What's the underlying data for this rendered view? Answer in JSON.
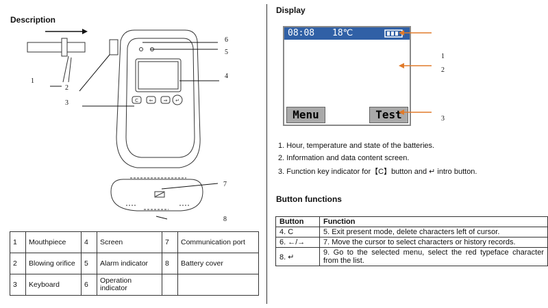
{
  "description": {
    "heading": "Description",
    "callouts": [
      "1",
      "2",
      "3",
      "4",
      "5",
      "6",
      "7",
      "8"
    ],
    "button_glyphs": [
      "C",
      "⇐",
      "⇒",
      "↵"
    ],
    "parts_table": [
      [
        {
          "n": "1",
          "label": "Mouthpiece"
        },
        {
          "n": "4",
          "label": "Screen"
        },
        {
          "n": "7",
          "label": "Communication port"
        }
      ],
      [
        {
          "n": "2",
          "label": "Blowing orifice"
        },
        {
          "n": "5",
          "label": "Alarm indicator"
        },
        {
          "n": "8",
          "label": "Battery cover"
        }
      ],
      [
        {
          "n": "3",
          "label": "Keyboard"
        },
        {
          "n": "6",
          "label": "Operation indicator"
        },
        {
          "n": "",
          "label": ""
        }
      ]
    ]
  },
  "display": {
    "heading": "Display",
    "screen": {
      "time": "08:08",
      "temperature": "18℃",
      "menu_label": "Menu",
      "test_label": "Test"
    },
    "callouts": [
      "1",
      "2",
      "3"
    ],
    "notes": [
      "1.   Hour, temperature and state of the batteries.",
      "2.   Information and data content screen.",
      "3.   Function key indicator for【C】button and ↵  intro button."
    ],
    "colors": {
      "bar": "#3060a6",
      "arrow": "#e07a2a"
    }
  },
  "button_functions": {
    "heading": "Button functions",
    "columns": [
      "Button",
      "Function"
    ],
    "rows": [
      {
        "button": "4.   C",
        "function": "5.   Exit present mode, delete characters left of cursor."
      },
      {
        "button": "6.   ←/→",
        "function": "7.   Move the cursor to select characters or history records."
      },
      {
        "button": "8.   ↵",
        "function": "9.   Go to the selected menu, select the red typeface character from the list."
      }
    ]
  }
}
